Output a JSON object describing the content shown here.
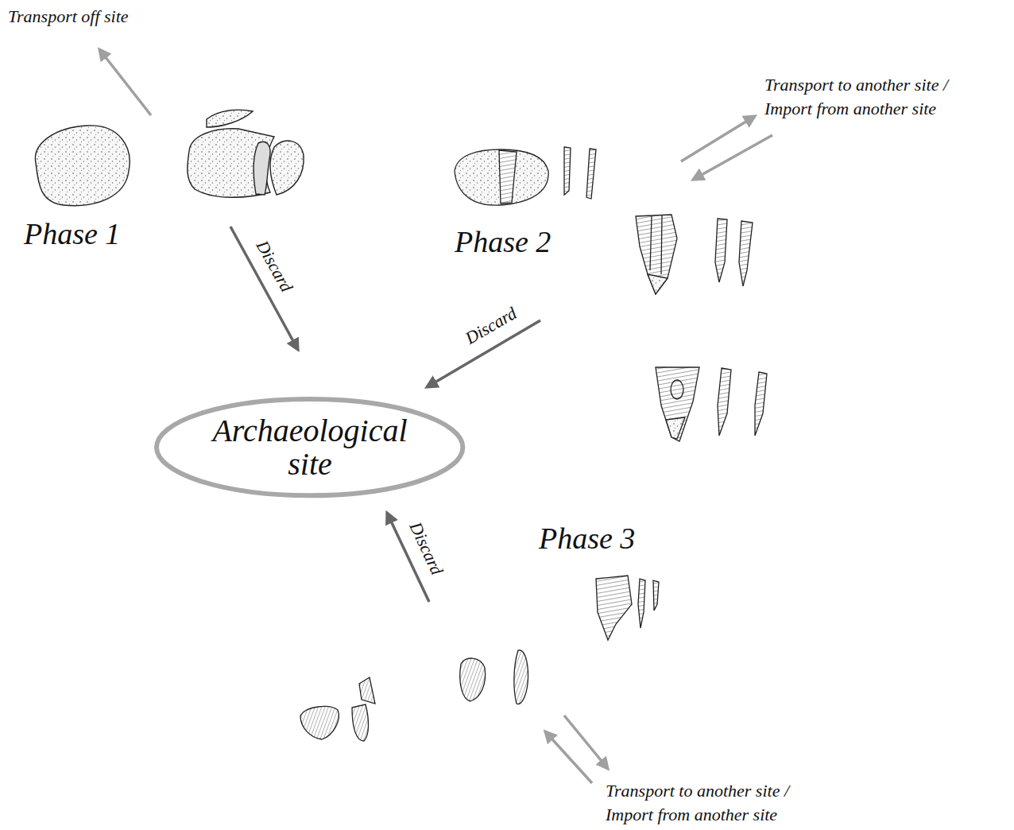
{
  "diagram": {
    "nodes": [
      {
        "text": [
          "Archaeological site"
        ]
      }
    ],
    "labels": [
      "Transport off site",
      "Phase 1",
      "Discard",
      "Transport to another site / Import from another site",
      "Phase 2",
      "Discard",
      "Phase 3",
      "Discard",
      "Transport to another site / Import from another site"
    ]
  }
}
